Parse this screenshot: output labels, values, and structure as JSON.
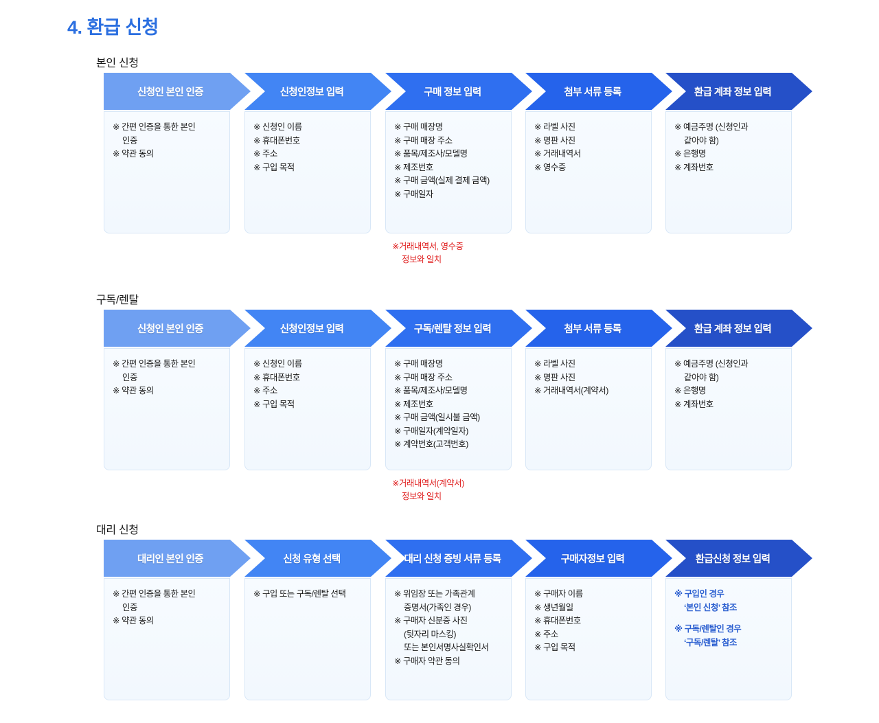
{
  "page": {
    "title": "4. 환급 신청"
  },
  "colors": {
    "title": "#2b6fe0",
    "chevron_1": "#6fa0f2",
    "chevron_2": "#4285f4",
    "chevron_3": "#2f6ff0",
    "chevron_4": "#2563eb",
    "chevron_5": "#2550c8",
    "note_red": "#e02020",
    "reference_blue": "#2b5fd0",
    "box_background": "#f5faff",
    "box_border": "#d8e7f7"
  },
  "sections": [
    {
      "label": "본인 신청",
      "steps": [
        {
          "header": "신청인 본인 인증",
          "items": [
            "간편 인증을 통한 본인\n인증",
            "약관 동의"
          ],
          "note": null
        },
        {
          "header": "신청인정보 입력",
          "items": [
            "신청인  이름",
            "휴대폰번호",
            "주소",
            "구입 목적"
          ],
          "note": null
        },
        {
          "header": "구매 정보 입력",
          "items": [
            "구매 매장명",
            "구매 매장 주소",
            "품목/제조사/모델명",
            "제조번호",
            "구매 금액(실제 결제 금액)",
            "구매일자"
          ],
          "note": "거래내역서, 영수증\n정보와 일치"
        },
        {
          "header": "첨부 서류 등록",
          "items": [
            "라벨 사진",
            "명판 사진",
            "거래내역서",
            "영수증"
          ],
          "note": null
        },
        {
          "header": "환급 계좌 정보 입력",
          "items": [
            "예금주명 (신청인과\n같아야 함)",
            "은행명",
            "계좌번호"
          ],
          "note": null
        }
      ]
    },
    {
      "label": "구독/렌탈",
      "steps": [
        {
          "header": "신청인 본인 인증",
          "items": [
            "간편 인증을 통한 본인\n인증",
            "약관 동의"
          ],
          "note": null
        },
        {
          "header": "신청인정보 입력",
          "items": [
            "신청인  이름",
            "휴대폰번호",
            "주소",
            "구입 목적"
          ],
          "note": null
        },
        {
          "header": "구독/렌탈 정보 입력",
          "items": [
            "구매 매장명",
            "구매 매장 주소",
            "품목/제조사/모델명",
            "제조번호",
            "구매 금액(일시불 금액)",
            "구매일자(계약일자)",
            "계약번호(고객번호)"
          ],
          "note": "거래내역서(계약서)\n정보와 일치"
        },
        {
          "header": "첨부 서류 등록",
          "items": [
            "라벨 사진",
            "명판 사진",
            "거래내역서(계약서)"
          ],
          "note": null
        },
        {
          "header": "환급 계좌 정보 입력",
          "items": [
            "예금주명 (신청인과\n같아야 함)",
            "은행명",
            "계좌번호"
          ],
          "note": null
        }
      ]
    },
    {
      "label": "대리 신청",
      "steps": [
        {
          "header": "대리인 본인 인증",
          "items": [
            "간편 인증을 통한 본인\n인증",
            "약관 동의"
          ],
          "note": null
        },
        {
          "header": "신청 유형 선택",
          "items": [
            "구입 또는 구독/렌탈 선택"
          ],
          "note": null
        },
        {
          "header": "대리 신청 증빙 서류 등록",
          "items": [
            "위임장 또는 가족관계\n증명서(가족인 경우)",
            "구매자 신분증 사진\n(뒷자리 마스킹)\n또는 본인서명사실확인서",
            "구매자 약관 동의"
          ],
          "note": null
        },
        {
          "header": "구매자정보 입력",
          "items": [
            "구매자 이름",
            "생년월일",
            "휴대폰번호",
            "주소",
            "구입 목적"
          ],
          "note": null
        },
        {
          "header": "환급신청 정보 입력",
          "reference": true,
          "items": [
            "구입인 경우\n‘본인 신청’ 참조",
            "",
            "구독/렌탈인 경우\n‘구독/렌탈’ 참조"
          ],
          "note": null
        }
      ]
    }
  ]
}
